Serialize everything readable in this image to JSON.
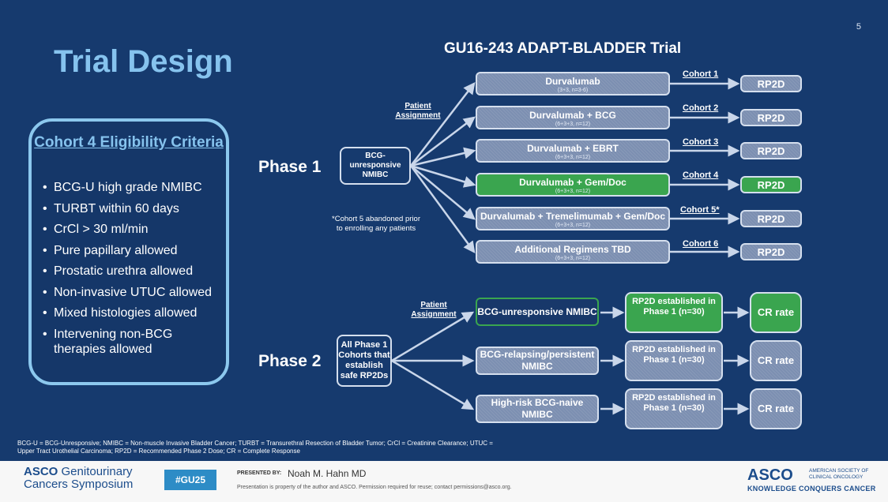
{
  "slide": {
    "page_number": "5",
    "title": "Trial Design",
    "trial_title": "GU16-243 ADAPT-BLADDER Trial"
  },
  "eligibility": {
    "title": "Cohort 4 Eligibility Criteria",
    "items": [
      "BCG-U high grade NMIBC",
      "TURBT within 60 days",
      "CrCl > 30 ml/min",
      "Pure papillary allowed",
      "Prostatic urethra allowed",
      "Non-invasive UTUC allowed",
      "Mixed histologies allowed",
      "Intervening non-BCG therapies allowed"
    ]
  },
  "phase1": {
    "label": "Phase 1",
    "source": "BCG-unresponsive NMIBC",
    "assignment": "Patient Assignment",
    "note": "*Cohort 5 abandoned prior to enrolling any patients",
    "arms": [
      {
        "name": "Durvalumab",
        "detail": "(3+3, n=3-6)",
        "cohort": "Cohort 1",
        "result": "RP2D"
      },
      {
        "name": "Durvalumab + BCG",
        "detail": "(6+3+3, n=12)",
        "cohort": "Cohort 2",
        "result": "RP2D"
      },
      {
        "name": "Durvalumab + EBRT",
        "detail": "(6+3+3, n=12)",
        "cohort": "Cohort 3",
        "result": "RP2D"
      },
      {
        "name": "Durvalumab + Gem/Doc",
        "detail": "(6+3+3, n=12)",
        "cohort": "Cohort 4",
        "result": "RP2D"
      },
      {
        "name": "Durvalumab + Tremelimumab + Gem/Doc",
        "detail": "(6+3+3, n=12)",
        "cohort": "Cohort 5*",
        "result": "RP2D"
      },
      {
        "name": "Additional Regimens TBD",
        "detail": "(6+3+3, n=12)",
        "cohort": "Cohort 6",
        "result": "RP2D"
      }
    ]
  },
  "phase2": {
    "label": "Phase 2",
    "source": "All Phase 1 Cohorts that establish safe RP2Ds",
    "assignment": "Patient Assignment",
    "arms": [
      {
        "name": "BCG-unresponsive NMIBC",
        "rp2d": "RP2D established in Phase 1 (n=30)",
        "endpoint": "CR rate"
      },
      {
        "name": "BCG-relapsing/persistent NMIBC",
        "rp2d": "RP2D established in Phase 1 (n=30)",
        "endpoint": "CR rate"
      },
      {
        "name": "High-risk BCG-naive NMIBC",
        "rp2d": "RP2D established in Phase 1 (n=30)",
        "endpoint": "CR rate"
      }
    ]
  },
  "abbreviations": "BCG-U = BCG-Unresponsive; NMIBC = Non-muscle Invasive Bladder Cancer; TURBT = Transurethral Resection of Bladder Tumor; CrCl = Creatinine Clearance; UTUC = Upper Tract Urothelial Carcinoma; RP2D = Recommended Phase 2 Dose; CR = Complete Response",
  "footer": {
    "logo_brand": "ASCO",
    "logo_line1": "Genitourinary",
    "logo_line2": "Cancers Symposium",
    "hashtag": "#GU25",
    "presented_by": "PRESENTED BY:",
    "presenter": "Noah M. Hahn MD",
    "property_note": "Presentation is property of the author and ASCO. Permission required for reuse; contact permissions@asco.org.",
    "asco": "ASCO",
    "society": "AMERICAN SOCIETY OF CLINICAL ONCOLOGY",
    "tagline": "KNOWLEDGE CONQUERS CANCER"
  },
  "colors": {
    "background": "#163a6e",
    "title": "#86c3ee",
    "highlight_green": "#3aa54f",
    "box_gray": "#7c8fb1"
  }
}
